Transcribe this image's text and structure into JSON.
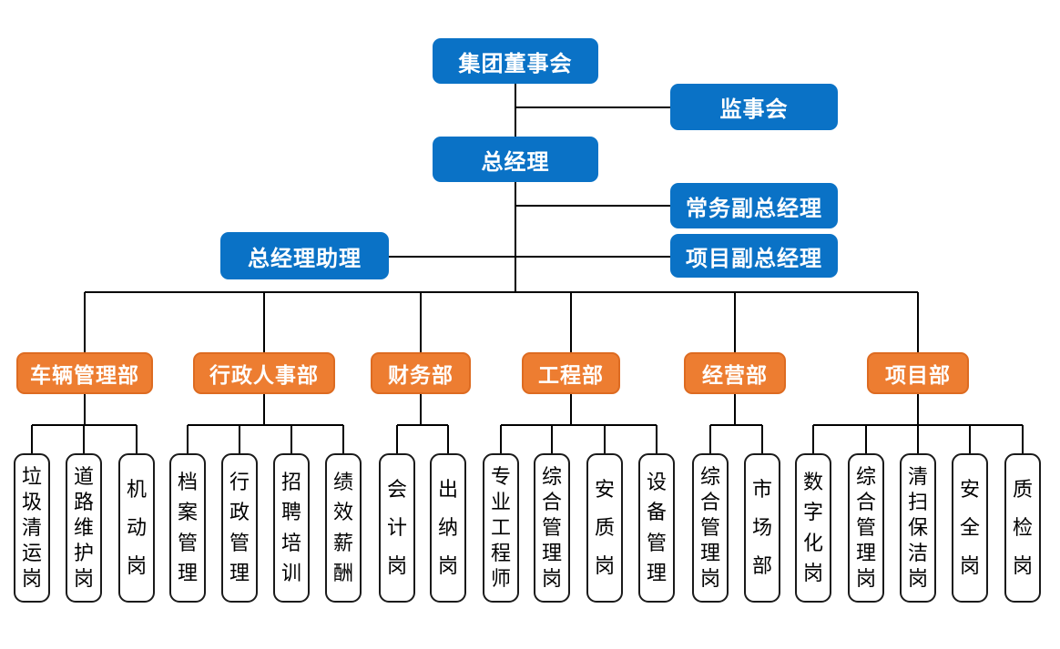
{
  "colors": {
    "executive_node_fill": "#0a72c6",
    "department_node_fill": "#ed7d31",
    "department_node_border": "#dd6b21",
    "position_node_fill": "#ffffff",
    "position_node_border": "#1a1a1a",
    "connector_line": "#000000",
    "node_text": "#ffffff",
    "position_text": "#000000"
  },
  "executive_nodes": [
    {
      "id": "board-of-directors",
      "label": "集团董事会"
    },
    {
      "id": "supervisory-board",
      "label": "监事会"
    },
    {
      "id": "general-manager",
      "label": "总经理"
    },
    {
      "id": "executive-deputy-gm",
      "label": "常务副总经理"
    },
    {
      "id": "gm-assistant",
      "label": "总经理助理"
    },
    {
      "id": "project-deputy-gm",
      "label": "项目副总经理"
    }
  ],
  "departments": [
    {
      "id": "dept-vehicle-management",
      "label": "车辆管理部",
      "positions": [
        "垃圾清运岗",
        "道路维护岗",
        "机动岗"
      ]
    },
    {
      "id": "dept-admin-hr",
      "label": "行政人事部",
      "positions": [
        "档案管理",
        "行政管理",
        "招聘培训",
        "绩效薪酬"
      ]
    },
    {
      "id": "dept-finance",
      "label": "财务部",
      "positions": [
        "会计岗",
        "出纳岗"
      ]
    },
    {
      "id": "dept-engineering",
      "label": "工程部",
      "positions": [
        "专业工程师",
        "综合管理岗",
        "安质岗",
        "设备管理"
      ]
    },
    {
      "id": "dept-operations",
      "label": "经营部",
      "positions": [
        "综合管理岗",
        "市场部"
      ]
    },
    {
      "id": "dept-project",
      "label": "项目部",
      "positions": [
        "数字化岗",
        "综合管理岗",
        "清扫保洁岗",
        "安全岗",
        "质检岗"
      ]
    }
  ]
}
